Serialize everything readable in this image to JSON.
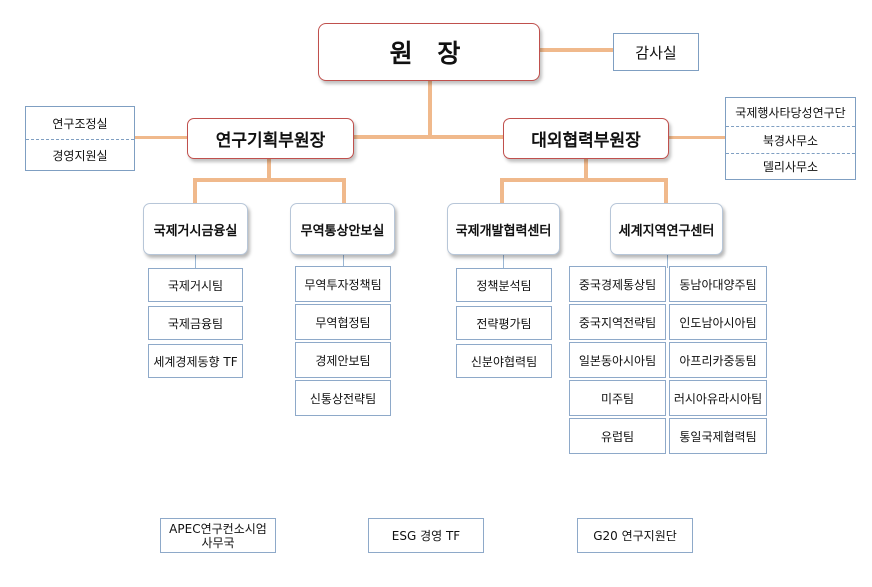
{
  "top": {
    "label": "원 장"
  },
  "audit": {
    "label": "감사실"
  },
  "vp_research": {
    "label": "연구기획부원장"
  },
  "vp_external": {
    "label": "대외협력부원장"
  },
  "left_staff": [
    "연구조정실",
    "경영지원실"
  ],
  "right_staff": [
    "국제행사타당성연구단",
    "북경사무소",
    "델리사무소"
  ],
  "departments": [
    {
      "name": "국제거시금융실",
      "teams": [
        "국제거시팀",
        "국제금융팀",
        "세계경제동향 TF"
      ]
    },
    {
      "name": "무역통상안보실",
      "teams": [
        "무역투자정책팀",
        "무역협정팀",
        "경제안보팀",
        "신통상전략팀"
      ]
    },
    {
      "name": "국제개발협력센터",
      "teams": [
        "정책분석팀",
        "전략평가팀",
        "신분야협력팀"
      ]
    },
    {
      "name": "세계지역연구센터",
      "teams": [
        "중국경제통상팀",
        "중국지역전략팀",
        "일본동아시아팀",
        "미주팀",
        "유럽팀",
        "동남아대양주팀",
        "인도남아시아팀",
        "아프리카중동팀",
        "러시아유라시아팀",
        "통일국제협력팀"
      ]
    }
  ],
  "bottom_units": [
    "APEC연구컨소시엄\n사무국",
    "ESG 경영 TF",
    "G20 연구지원단"
  ]
}
